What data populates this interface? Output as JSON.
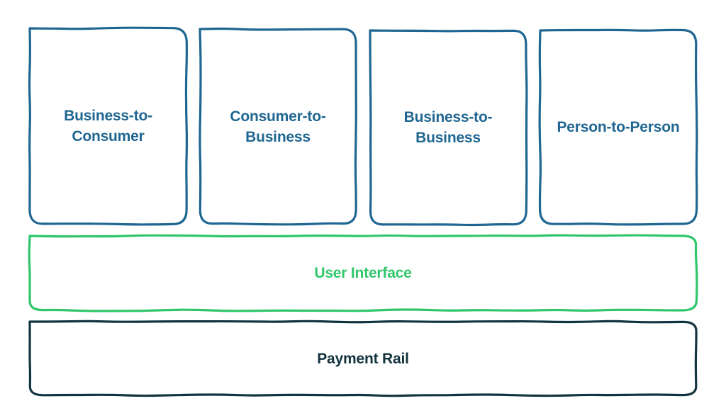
{
  "colors": {
    "channel_stroke": "#1f6691",
    "channel_text": "#1f6691",
    "ui_stroke": "#2fc66a",
    "ui_text": "#2fc66a",
    "rail_stroke": "#12343f",
    "rail_text": "#12343f",
    "background": "#ffffff"
  },
  "channels": [
    {
      "label": "Business-to-Consumer"
    },
    {
      "label": "Consumer-to-Business"
    },
    {
      "label": "Business-to-Business"
    },
    {
      "label": "Person-to-Person"
    }
  ],
  "user_interface": {
    "label": "User Interface"
  },
  "payment_rail": {
    "label": "Payment Rail"
  }
}
